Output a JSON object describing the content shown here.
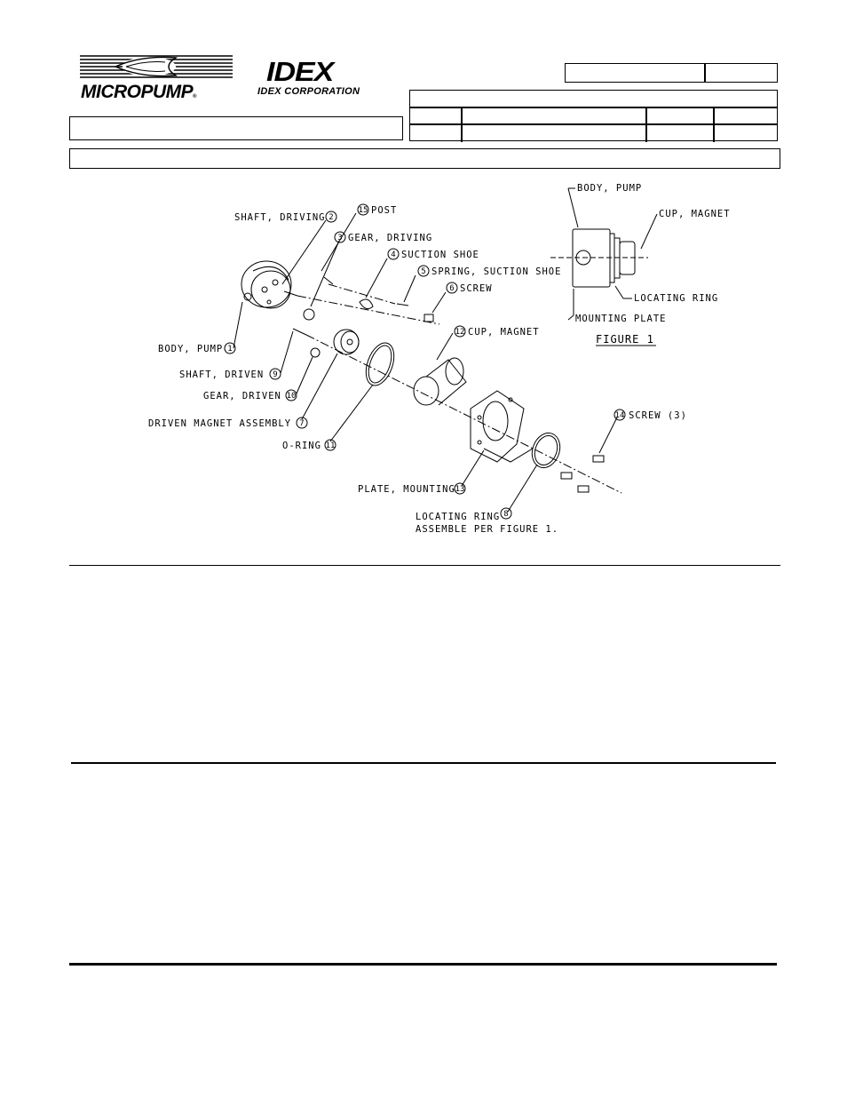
{
  "logos": {
    "micropump": {
      "name": "MICROPUMP",
      "reg": "®"
    },
    "idex": {
      "name": "IDEX",
      "corporation": "IDEX CORPORATION"
    }
  },
  "drawing": {
    "labels": {
      "body_pump_top": "BODY, PUMP",
      "cup_magnet_top": "CUP, MAGNET",
      "locating_ring_top": "LOCATING RING",
      "mounting_plate_top": "MOUNTING PLATE",
      "figure_1": "FIGURE 1",
      "post": "POST",
      "shaft_driving": "SHAFT, DRIVING",
      "gear_driving": "GEAR, DRIVING",
      "suction_shoe": "SUCTION SHOE",
      "spring_suction_shoe": "SPRING, SUCTION SHOE",
      "screw": "SCREW",
      "cup_magnet": "CUP, MAGNET",
      "body_pump": "BODY, PUMP",
      "shaft_driven": "SHAFT, DRIVEN",
      "gear_driven": "GEAR, DRIVEN",
      "driven_magnet_assembly": "DRIVEN MAGNET ASSEMBLY",
      "o_ring": "O-RING",
      "screw_3": "SCREW (3)",
      "plate_mounting": "PLATE, MOUNTING",
      "locating_ring": "LOCATING RING",
      "assemble_per_figure": "ASSEMBLE PER FIGURE 1."
    },
    "numbers": {
      "n1": "1",
      "n2": "2",
      "n3": "3",
      "n4": "4",
      "n5": "5",
      "n6": "6",
      "n7": "7",
      "n8": "8",
      "n9": "9",
      "n10": "10",
      "n11": "11",
      "n12": "12",
      "n13": "13",
      "n14": "14",
      "n15": "15"
    }
  }
}
